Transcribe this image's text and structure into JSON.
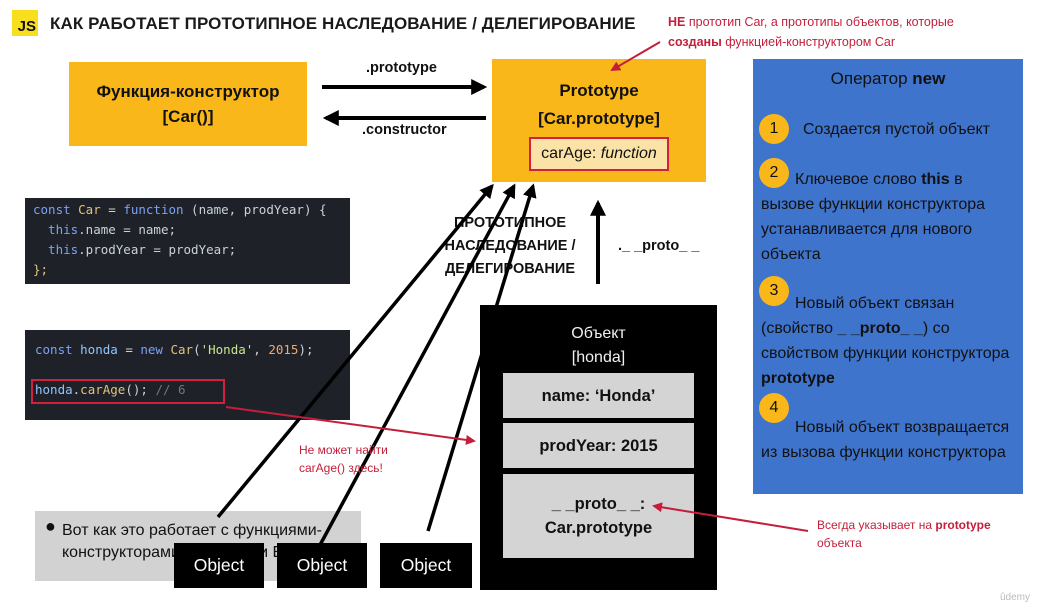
{
  "header": {
    "logo": "JS",
    "title": "КАК РАБОТАЕТ ПРОТОТИПНОЕ НАСЛЕДОВАНИЕ / ДЕЛЕГИРОВАНИЕ"
  },
  "note_top": {
    "part1_bold": "НЕ",
    "part2": " прототип Car, а прототипы объектов, которые ",
    "part3_bold": "созданы",
    "part4": " функцией-конструктором Car"
  },
  "constructor_box": {
    "line1": "Функция-конструктор",
    "line2": "[Car()]"
  },
  "prototype_box": {
    "line1": "Prototype",
    "line2": "[Car.prototype]",
    "method_name": "carAge: ",
    "method_value": "function"
  },
  "arrow_labels": {
    "prototype": ".prototype",
    "constructor": ".constructor",
    "proto_link": "._ _proto_ _"
  },
  "inheritance_label": {
    "line1": "ПРОТОТИПНОЕ",
    "line2": "НАСЛЕДОВАНИЕ /",
    "line3": "ДЕЛЕГИРОВАНИЕ"
  },
  "code_block_1": {
    "l1_const": "const ",
    "l1_car": "Car",
    "l1_eq": " = ",
    "l1_function": "function",
    "l1_params": " (name, prodYear) {",
    "l2_this": "  this",
    "l2_rest": ".name = name;",
    "l3_this": "  this",
    "l3_rest": ".prodYear = prodYear;",
    "l4": "};"
  },
  "code_block_2": {
    "l1_const": "const ",
    "l1_honda": "honda",
    "l1_eq": " = ",
    "l1_new": "new ",
    "l1_car": "Car",
    "l1_open": "(",
    "l1_str": "'Honda'",
    "l1_comma": ", ",
    "l1_num": "2015",
    "l1_close": ");",
    "l2_honda": "honda",
    "l2_dot": ".",
    "l2_method": "carAge",
    "l2_call": "(); ",
    "l2_comment": "// 6"
  },
  "object_box": {
    "title_line1": "Объект",
    "title_line2": "[honda]",
    "prop_name": "name: ‘Honda’",
    "prop_year": "prodYear: 2015",
    "prop_proto_line1": "_ _proto_ _:",
    "prop_proto_line2": "Car.prototype"
  },
  "operator_new": {
    "title_prefix": "Оператор ",
    "title_bold": "new",
    "steps": [
      {
        "num": "1",
        "text": "Создается пустой объект"
      },
      {
        "num": "2",
        "text_a": "Ключевое слово ",
        "text_bold": "this",
        "text_b": " в вызове функции конструктора устанавливается для нового объекта"
      },
      {
        "num": "3",
        "text_a": "Новый объект связан (свойство ",
        "text_bold": "_ _proto_ _",
        "text_b": ") со свойством функции конструктора ",
        "text_bold2": "prototype"
      },
      {
        "num": "4",
        "text": "Новый объект возвращается из вызова функции конструктора"
      }
    ]
  },
  "bullet": {
    "dot": "●",
    "text": "Вот как это работает с функциями-конструкторами и классами ES6"
  },
  "objects": [
    "Object",
    "Object",
    "Object"
  ],
  "note_carage": "Не может найти carAge() здесь!",
  "note_always": {
    "part1": "Всегда указывает на ",
    "bold": "prototype",
    "part2": " объекта"
  },
  "watermark": "ûdemy",
  "colors": {
    "accent_yellow": "#f9b71a",
    "highlight_red": "#d1213d",
    "panel_blue": "#3f74cc",
    "js_yellow": "#f7df1e"
  }
}
